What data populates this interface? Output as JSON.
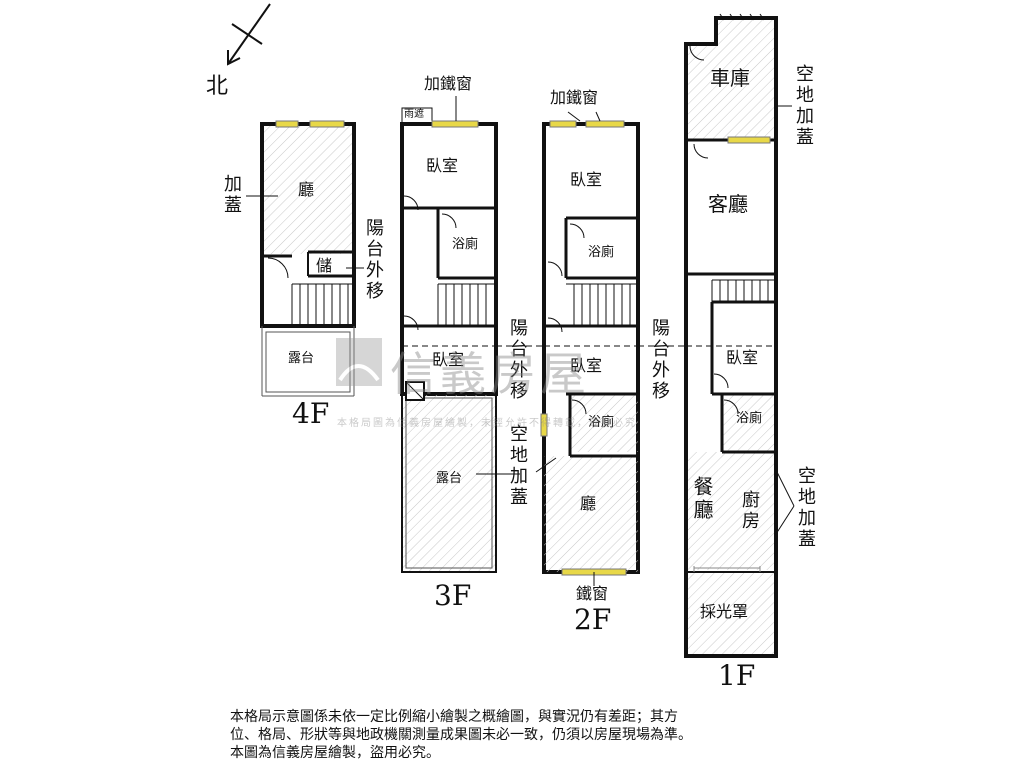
{
  "compass": {
    "label": "北"
  },
  "floor4": {
    "name": "4F",
    "living": "廳",
    "storage": "儲",
    "terrace": "露台",
    "addon": "加蓋",
    "balcony_note": "陽台外移"
  },
  "floor3": {
    "name": "3F",
    "iron_window": "加鐵窗",
    "canopy": "雨遮",
    "bedroom_top": "臥室",
    "bath": "浴廁",
    "bedroom_mid": "臥室",
    "terrace": "露台",
    "balcony_note": "陽台外移",
    "addon_note": "空地加蓋"
  },
  "floor2": {
    "name": "2F",
    "iron_window": "加鐵窗",
    "bedroom_top": "臥室",
    "bath_top": "浴廁",
    "bedroom_mid": "臥室",
    "bath_mid": "浴廁",
    "living": "廳",
    "bottom_window": "鐵窗",
    "balcony_note": "陽台外移"
  },
  "floor1": {
    "name": "1F",
    "garage": "車庫",
    "living": "客廳",
    "bedroom": "臥室",
    "bath": "浴廁",
    "dining": "餐廳",
    "kitchen": "廚房",
    "skylight": "採光罩",
    "addon_top": "空地加蓋",
    "addon_bottom": "空地加蓋"
  },
  "watermark": {
    "brand": "信義房屋",
    "notice": "本格局圖為信義房屋繪製，未經允許不得轉載，違者必究"
  },
  "disclaimer": [
    "本格局示意圖係未依一定比例縮小繪製之概繪圖，與實況仍有差距；其方",
    "位、格局、形狀等與地政機關測量成果圖未必一致，仍須以房屋現場為準。",
    "本圖為信義房屋繪製，盜用必究。"
  ]
}
